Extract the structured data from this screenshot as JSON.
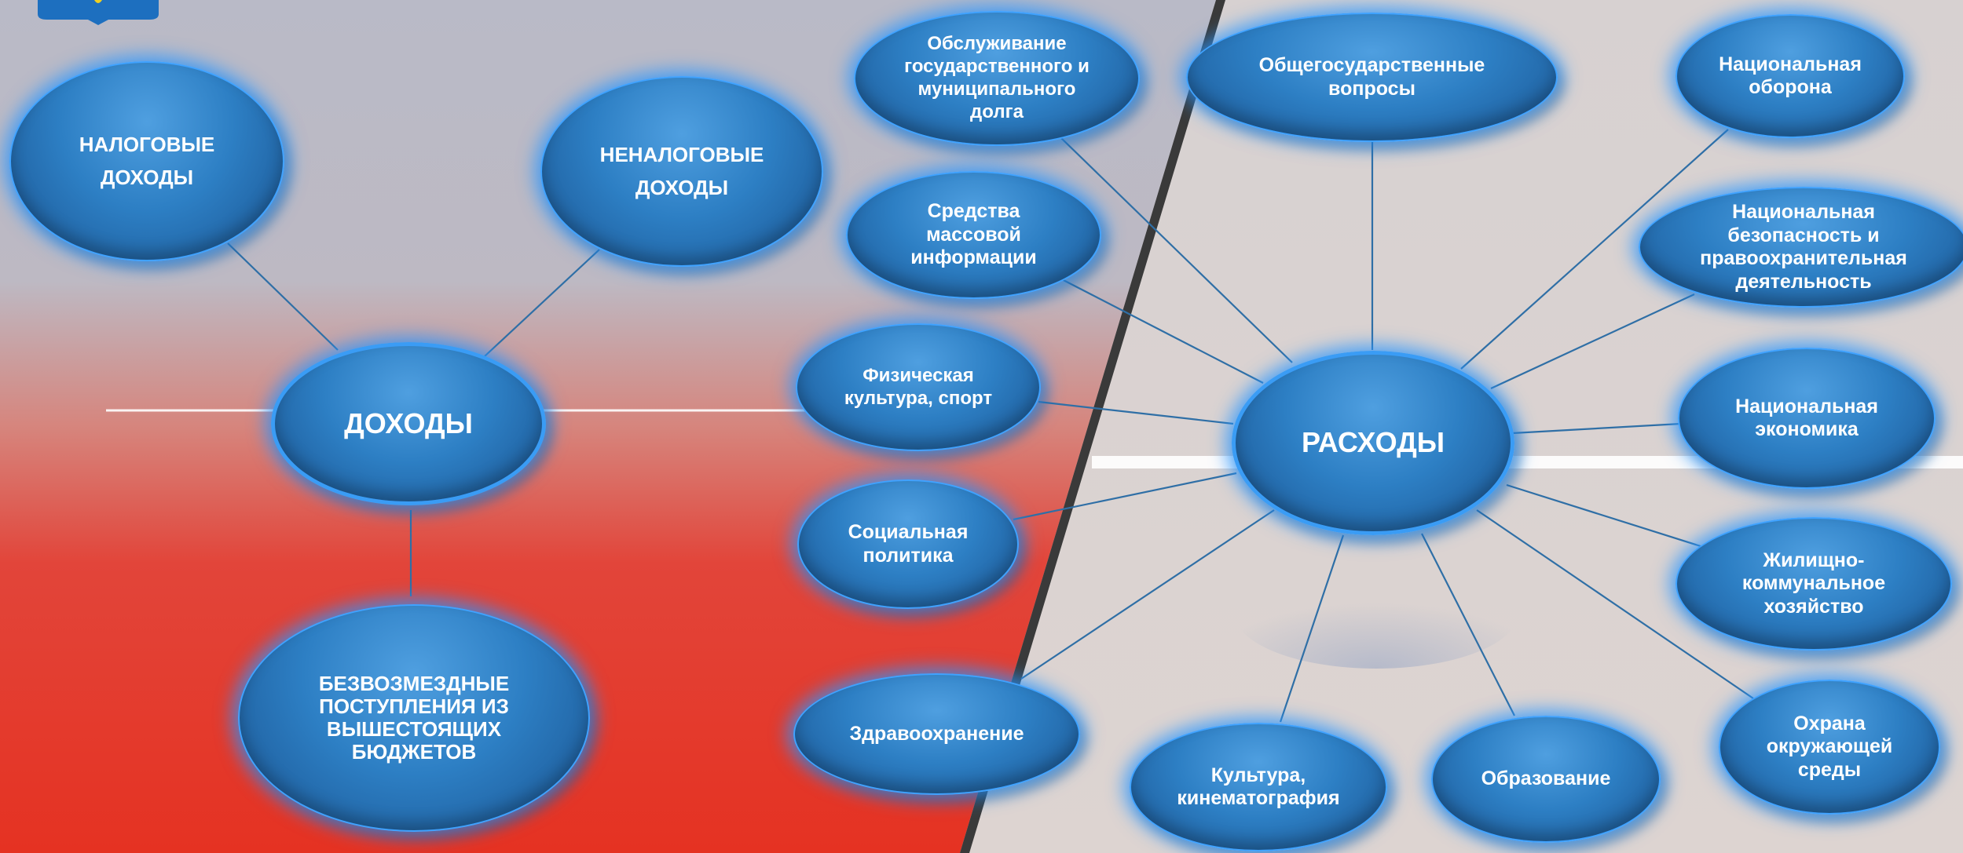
{
  "colors": {
    "node_fill": "#2d7fc4",
    "node_glow": "#3fa2ff",
    "left_background_top": "#b8b9c6",
    "left_background_bottom": "#e53222",
    "right_background": "#dbd3d1",
    "connector": "#2f6fa6",
    "divider": "#3a3a3a"
  },
  "income": {
    "hub": "ДОХОДЫ",
    "tax": "НАЛОГОВЫЕ ДОХОДЫ",
    "nontax": "НЕНАЛОГОВЫЕ ДОХОДЫ",
    "transfers": "БЕЗВОЗМЕЗДНЫЕ ПОСТУПЛЕНИЯ ИЗ ВЫШЕСТОЯЩИХ БЮДЖЕТОВ"
  },
  "expenses": {
    "hub": "РАСХОДЫ",
    "debt_service": "Обслуживание государственного и муниципального долга",
    "general_issues": "Общегосударственные вопросы",
    "defense": "Национальная оборона",
    "mass_media": "Средства массовой информации",
    "security": "Национальная безопасность и правоохранительная деятельность",
    "sport": "Физическая культура, спорт",
    "economy": "Национальная экономика",
    "social_policy": "Социальная политика",
    "housing": "Жилищно-коммунальное хозяйство",
    "healthcare": "Здравоохранение",
    "environment": "Охрана окружающей среды",
    "culture": "Культура, кинематография",
    "education": "Образование"
  }
}
